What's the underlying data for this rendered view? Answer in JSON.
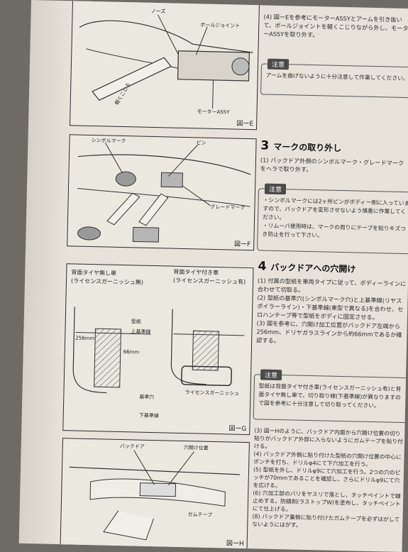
{
  "figures": {
    "e": {
      "id": "図ーE",
      "labels": [
        "ノーズ",
        "ボールジョイント",
        "軽くこじる",
        "モーターASSY"
      ]
    },
    "f": {
      "id": "図ーF",
      "labels": [
        "シンボルマーク",
        "ピン",
        "グレードマーク"
      ]
    },
    "g": {
      "id": "図ーG",
      "title_left": "背面タイヤ無し車",
      "sub_left": "(ライセンスガーニッシュ無)",
      "title_right": "背面タイヤ付き車",
      "sub_right": "(ライセンスガーニッシュ有)",
      "labels": [
        "型紙",
        "上基準線",
        "256mm",
        "66mm",
        "基準穴",
        "下基準線",
        "ライセンスガーニッシュ"
      ]
    },
    "h": {
      "id": "図ーH",
      "labels": [
        "バックドア",
        "穴開け位置",
        "ガムテープ"
      ]
    }
  },
  "text": {
    "step_e": "(4) 図ーEを参考にモーターASSYとアームを引き抜いて、ボールジョイントを軽くこじりながら外し、モーターASSYを取り外す。",
    "note1_title": "注意",
    "note1_body": "アームを曲げないように十分注意して作業してください。",
    "sec3_num": "3",
    "sec3_title": "マークの取り外し",
    "sec3_step": "(1) バックドア外側のシンボルマーク・グレードマークをヘラで取り外す。",
    "note2_title": "注意",
    "note2_b1": "・シンボルマークには2ヶ所ピンがボディー側に入っていますので、バックドアを変形させないよう慎重に作業してください。",
    "note2_b2": "・リムーバ使用時は、マークの周りにテープを貼りキズつき防止を行って下さい。",
    "sec4_num": "4",
    "sec4_title": "バックドアへの穴開け",
    "sec4_steps": "(1) 付属の型紙を車両タイプに従って、ボディーラインに合わせて切取る。\n(2) 型紙の基準穴(シンボルマーク穴)と上基準線(リヤスポイラーライン)・下基準線(車型で異なる)を合わせ、セロハンテープ等で型紙をボディに固定させる。\n(3) 図を参考に、穴開け加工位置がバックドア左端から256mm、ドリヤガラスラインから約66mmであるか確認する。",
    "note3_title": "注意",
    "note3_body": "型紙は背面タイヤ付き車(ライセンスガーニッシュ有)と背面タイヤ無し車で、切り取り線(下基準線)が異なりますので図を参考に十分注意して切り取ってください。",
    "steps_h": "(3) 図ーHのように、バックドア内面から穴開け位置の切り貼りがバックドア外部に入らないようにガムテープを貼り付ける。\n(4) バックドア外側に貼り付けた型紙の穴開け位置の中心にポンチを打ち、ドリルφ4にて下穴加工を行う。\n(5) 型紙を外し、ドリルφ9にて穴加工を行う。2つの穴のピッチが70mmであることを確認し、さらにドリルφ9にて穴を広げる。\n(6) 穴加工部のバリをヤスリで落とし、タッチペイントで錆止めする。防錆剤(ラストップW)を塗布し、タッチペイントにて仕上げる。\n(8) バックドア裏側に貼り付けたガムテープを必ずはがしてないようにはがす。"
  }
}
